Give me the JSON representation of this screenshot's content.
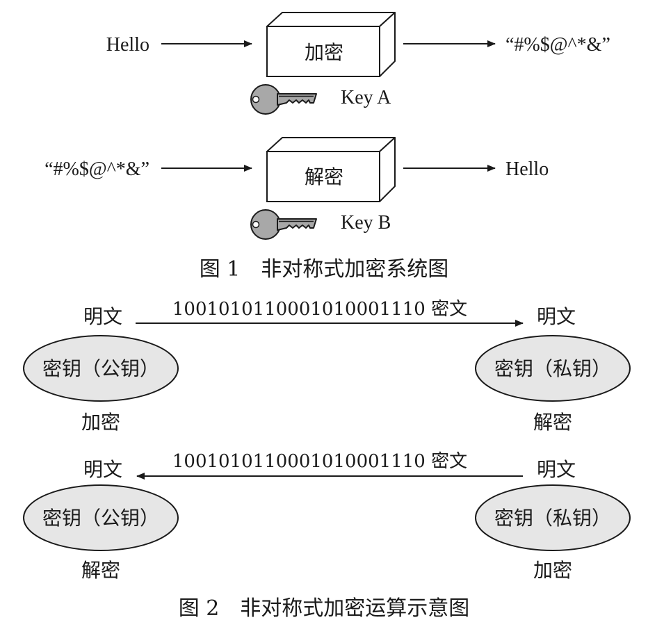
{
  "figure1": {
    "encrypt_row": {
      "input": "Hello",
      "box_label": "加密",
      "output": "“#%$@^*&”",
      "key_label": "Key  A"
    },
    "decrypt_row": {
      "input": "“#%$@^*&”",
      "box_label": "解密",
      "output": "Hello",
      "key_label": "Key  B"
    },
    "caption": "图 1　非对称式加密系统图"
  },
  "figure2": {
    "top_flow": {
      "left_label": "明文",
      "right_label": "明文",
      "arrow_label": "1001010110001010001110 密文",
      "left_key": "密钥（公钥）",
      "right_key": "密钥（私钥）",
      "left_op": "加密",
      "right_op": "解密"
    },
    "bottom_flow": {
      "left_label": "明文",
      "right_label": "明文",
      "arrow_label": "1001010110001010001110 密文",
      "left_key": "密钥（公钥）",
      "right_key": "密钥（私钥）",
      "left_op": "解密",
      "right_op": "加密"
    },
    "caption": "图 2　非对称式加密运算示意图"
  },
  "colors": {
    "ink": "#1a1a1a",
    "ellipse_fill": "#e6e6e6",
    "key_fill": "#a8a8a8"
  }
}
